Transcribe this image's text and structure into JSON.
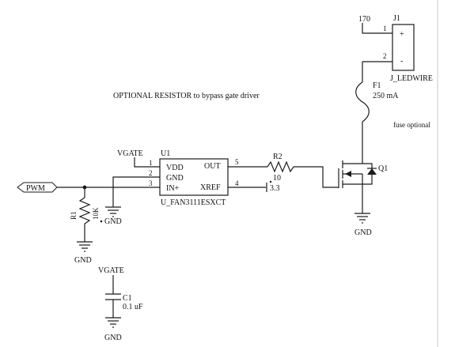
{
  "note": "OPTIONAL RESISTOR to bypass gate driver",
  "pwm_port": "PWM",
  "u1": {
    "ref": "U1",
    "value": "U_FAN3111ESXCT",
    "pins": [
      {
        "num": "1",
        "name": "VDD"
      },
      {
        "num": "2",
        "name": "GND"
      },
      {
        "num": "3",
        "name": "IN+"
      },
      {
        "num": "5",
        "name": "OUT"
      },
      {
        "num": "4",
        "name": "XREF"
      }
    ],
    "vdd_net": "VGATE",
    "xref_value": "3.3"
  },
  "r1": {
    "ref": "R1",
    "value": "10K",
    "net": "GND",
    "bottom_net": "GND"
  },
  "r2": {
    "ref": "R2",
    "value": "10"
  },
  "u1_gnd_net": "GND",
  "c1": {
    "ref": "C1",
    "value": "0.1 uF",
    "top_net": "VGATE",
    "bottom_net": "GND"
  },
  "j1": {
    "ref": "J1",
    "value": "J_LEDWIRE",
    "pin1": "1",
    "pin2": "2",
    "plus": "+",
    "minus": "-",
    "supply": "170"
  },
  "f1": {
    "ref": "F1",
    "value": "250 mA",
    "note": "fuse optional"
  },
  "q1": {
    "ref": "Q1",
    "gnd": "GND"
  }
}
